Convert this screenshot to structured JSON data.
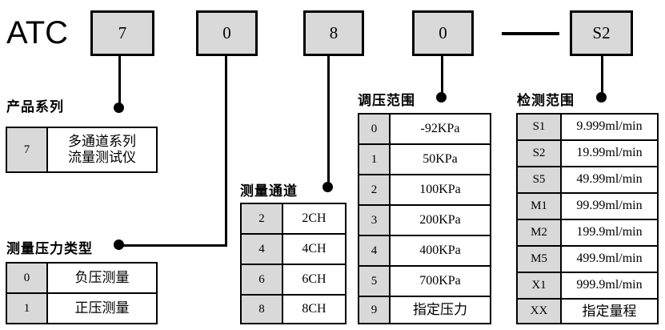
{
  "model": {
    "brand": "ATC",
    "boxes": [
      "7",
      "0",
      "8",
      "0",
      "S2"
    ],
    "separator": "—"
  },
  "sections": [
    {
      "id": "product-series",
      "heading": "产品系列",
      "rows": [
        {
          "code": "7",
          "value": "多通道系列\n流量测试仪",
          "line1": "多通道系列",
          "line2": "流量测试仪"
        }
      ]
    },
    {
      "id": "pressure-type",
      "heading": "测量压力类型",
      "rows": [
        {
          "code": "0",
          "value": "负压测量"
        },
        {
          "code": "1",
          "value": "正压测量"
        }
      ]
    },
    {
      "id": "measure-channel",
      "heading": "测量通道",
      "rows": [
        {
          "code": "2",
          "value": "2CH"
        },
        {
          "code": "4",
          "value": "4CH"
        },
        {
          "code": "6",
          "value": "6CH"
        },
        {
          "code": "8",
          "value": "8CH"
        }
      ]
    },
    {
      "id": "pressure-range",
      "heading": "调压范围",
      "rows": [
        {
          "code": "0",
          "value": "-92KPa"
        },
        {
          "code": "1",
          "value": "50KPa"
        },
        {
          "code": "2",
          "value": "100KPa"
        },
        {
          "code": "3",
          "value": "200KPa"
        },
        {
          "code": "4",
          "value": "400KPa"
        },
        {
          "code": "5",
          "value": "700KPa"
        },
        {
          "code": "9",
          "value": "指定压力"
        }
      ]
    },
    {
      "id": "detection-range",
      "heading": "检测范围",
      "rows": [
        {
          "code": "S1",
          "value": "9.999ml/min"
        },
        {
          "code": "S2",
          "value": "19.99ml/min"
        },
        {
          "code": "S5",
          "value": "49.99ml/min"
        },
        {
          "code": "M1",
          "value": "99.99ml/min"
        },
        {
          "code": "M2",
          "value": "199.9ml/min"
        },
        {
          "code": "M5",
          "value": "499.9ml/min"
        },
        {
          "code": "X1",
          "value": "999.9ml/min"
        },
        {
          "code": "XX",
          "value": "指定量程"
        }
      ]
    }
  ],
  "colors": {
    "code_cell_fill": "#d9d9d9",
    "line": "#000000",
    "background": "#ffffff"
  }
}
